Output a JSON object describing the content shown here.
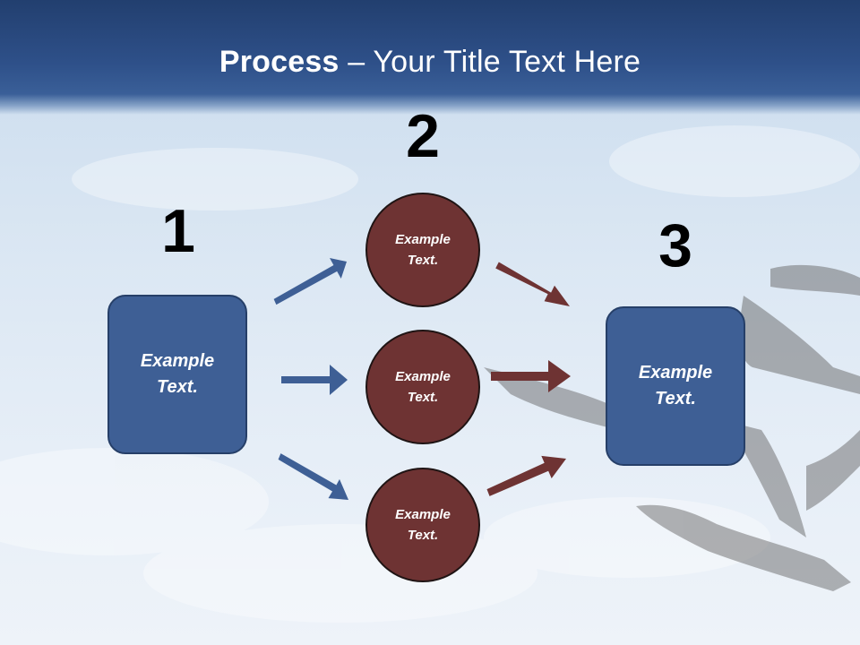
{
  "title": {
    "bold": "Process",
    "rest": " – Your Title Text Here"
  },
  "steps": [
    {
      "number": "1",
      "text": "Example Text."
    },
    {
      "number": "2",
      "items": [
        "Example Text.",
        "Example Text.",
        "Example Text."
      ]
    },
    {
      "number": "3",
      "text": "Example Text."
    }
  ],
  "colors": {
    "title_band": "#2e5089",
    "box_fill": "#3e5f95",
    "circle_fill": "#6e3333",
    "arrow_blue": "#3e5f95",
    "arrow_red": "#6e3333"
  }
}
